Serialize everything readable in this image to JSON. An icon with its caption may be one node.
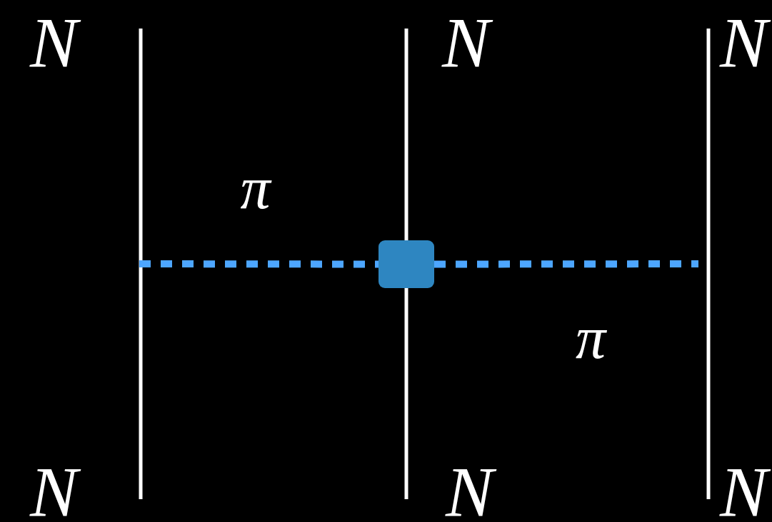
{
  "diagram": {
    "nodes": [
      {
        "text": [
          "N"
        ]
      },
      {
        "text": [
          "N"
        ]
      },
      {
        "text": [
          "N"
        ]
      },
      {
        "text": [
          "N"
        ]
      },
      {
        "text": [
          "N"
        ]
      },
      {
        "text": [
          "N"
        ]
      },
      {
        "text": [],
        "shape": "box"
      }
    ],
    "edges": [
      {
        "from": 0,
        "to": 3,
        "arrow": "none"
      },
      {
        "from": 1,
        "to": 6,
        "arrow": "none"
      },
      {
        "from": 6,
        "to": 4,
        "arrow": "none"
      },
      {
        "from": 2,
        "to": 5,
        "arrow": "none"
      },
      {
        "from": null,
        "to": 6,
        "arrow": "none",
        "style": "dashed",
        "color": "#4da6ff",
        "label": "π"
      },
      {
        "from": 6,
        "to": null,
        "arrow": "none",
        "style": "dashed",
        "color": "#4da6ff",
        "label": "π"
      }
    ]
  }
}
